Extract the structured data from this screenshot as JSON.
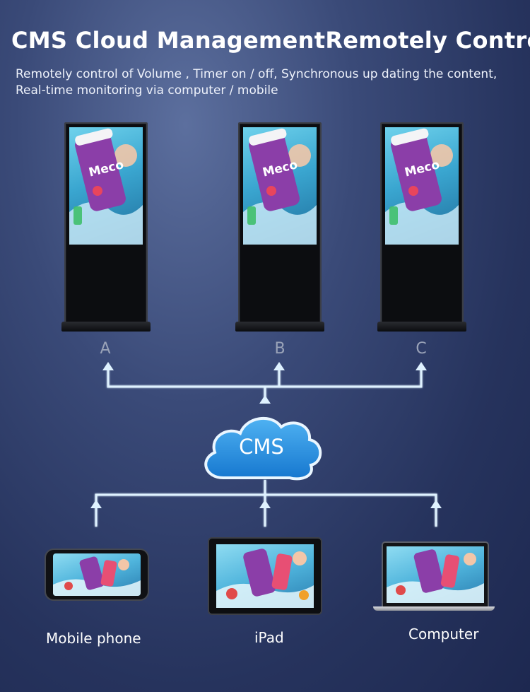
{
  "header": {
    "title": "CMS Cloud ManagementRemotely Control",
    "subtitle_line1": "Remotely control of Volume , Timer on / off,  Synchronous up dating the content,",
    "subtitle_line2": "Real-time monitoring via computer / mobile"
  },
  "kiosks": [
    {
      "label": "A"
    },
    {
      "label": "B"
    },
    {
      "label": "C"
    }
  ],
  "cloud": {
    "label": "CMS"
  },
  "devices": [
    {
      "label": "Mobile phone"
    },
    {
      "label": "iPad"
    },
    {
      "label": "Computer"
    }
  ],
  "product_art": {
    "brand_text": "Meco"
  },
  "colors": {
    "connector": "#dff2ff",
    "cloud_fill": "#1d8fe0",
    "label_dim": "#9aa3b8"
  }
}
